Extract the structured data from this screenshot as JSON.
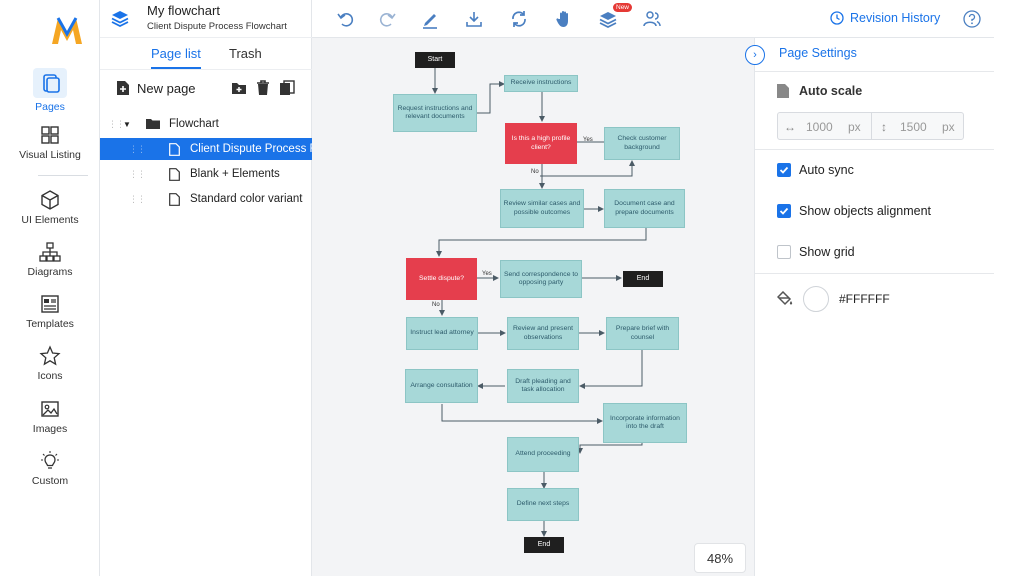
{
  "rail": {
    "items": [
      {
        "label": "Pages",
        "icon": "pages-icon",
        "active": true
      },
      {
        "label": "Visual Listing",
        "icon": "grid-icon"
      },
      {
        "label": "UI Elements",
        "icon": "cube-icon"
      },
      {
        "label": "Diagrams",
        "icon": "diagram-icon"
      },
      {
        "label": "Templates",
        "icon": "templates-icon"
      },
      {
        "label": "Icons",
        "icon": "star-icon"
      },
      {
        "label": "Images",
        "icon": "image-icon"
      },
      {
        "label": "Custom",
        "icon": "bulb-icon"
      }
    ]
  },
  "panel": {
    "doc_title": "My flowchart",
    "doc_subtitle": "Client Dispute Process Flowchart",
    "tabs": [
      "Page list",
      "Trash"
    ],
    "new_page": "New page",
    "tree": [
      {
        "label": "Flowchart",
        "type": "folder"
      },
      {
        "label": "Client Dispute Process Flowchart",
        "type": "page",
        "selected": true
      },
      {
        "label": "Blank + Elements",
        "type": "page"
      },
      {
        "label": "Standard color variant",
        "type": "page"
      }
    ]
  },
  "toolbar": {
    "badge": "New",
    "revision": "Revision History",
    "icons": [
      "undo-icon",
      "redo-icon",
      "pen-icon",
      "download-icon",
      "sync-icon",
      "hand-icon",
      "layers-icon",
      "users-icon"
    ]
  },
  "flow": {
    "start": "Start",
    "receive": "Receive instructions",
    "request": "Request instructions and relevant documents",
    "high_profile": "Is this a high profile client?",
    "check": "Check customer background",
    "review_cases": "Review similar cases and possible outcomes",
    "document": "Document case and prepare documents",
    "settle": "Settle dispute?",
    "correspondence": "Send correspondence to opposing party",
    "end1": "End",
    "instruct": "Instruct lead attorney",
    "review_obs": "Review and present observations",
    "brief": "Prepare brief with counsel",
    "consult": "Arrange consultation",
    "draft": "Draft pleading and task allocation",
    "incorporate": "Incorporate information into the draft",
    "attend": "Attend proceeding",
    "define": "Define next steps",
    "end2": "End",
    "yes1": "Yes",
    "no1": "No",
    "yes2": "Yes",
    "no2": "No"
  },
  "canvas": {
    "zoom": "48%"
  },
  "settings": {
    "title": "Page Settings",
    "auto_scale": "Auto scale",
    "width": "1000",
    "height": "1500",
    "unit": "px",
    "auto_sync": "Auto sync",
    "show_alignment": "Show objects alignment",
    "show_grid": "Show grid",
    "bg_color": "#FFFFFF",
    "auto_sync_on": true,
    "show_alignment_on": true,
    "show_grid_on": false
  },
  "colors": {
    "accent": "#1a73e8",
    "process": "#a7d8d8",
    "decision": "#e53e4d",
    "terminal": "#1f1f1f"
  }
}
